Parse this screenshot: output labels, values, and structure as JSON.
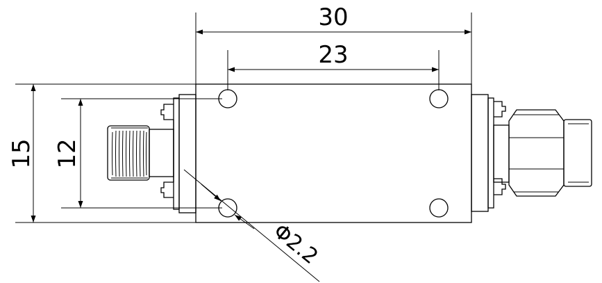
{
  "dimensions": {
    "overall_length": "30",
    "hole_spacing_horizontal": "23",
    "overall_height": "15",
    "hole_spacing_vertical": "12",
    "hole_diameter": "Φ2.2"
  },
  "colors": {
    "line": "#000000",
    "background": "#ffffff"
  }
}
